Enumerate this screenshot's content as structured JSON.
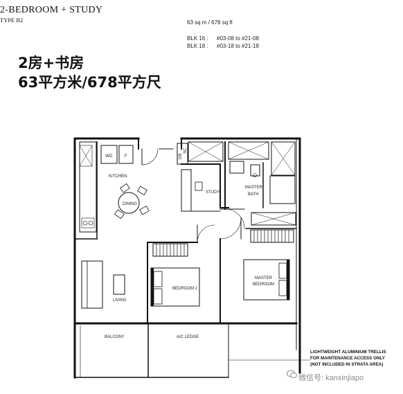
{
  "header": {
    "title": "2-BEDROOM + STUDY",
    "type": "TYPE B2",
    "chinese_line1": "2房+书房",
    "chinese_line2": "63平方米/678平方尺",
    "area": "63 sq m / 678 sq ft",
    "blocks": [
      {
        "label": "BLK 16 :",
        "units": "#03-08 to #21-08"
      },
      {
        "label": "BLK 18 :",
        "units": "#03-18 to #21-18"
      }
    ]
  },
  "rooms": {
    "kitchen": "KITCHEN",
    "dining": "DINING",
    "study": "STUDY",
    "master_bath_1": "MASTER",
    "master_bath_2": "BATH",
    "master_bedroom_1": "MASTER",
    "master_bedroom_2": "BEDROOM",
    "bedroom2": "BEDROOM 2",
    "living": "LIVING",
    "balcony": "BALCONY",
    "ac_ledge": "A/C LEDGE",
    "wd": "WD",
    "f": "F",
    "db": "DB",
    "sc": "SC"
  },
  "notes": {
    "trellis_line1": "LIGHTWEIGHT ALUMINIUM TRELLIS",
    "trellis_line2": "FOR MAINTENANCE ACCESS ONLY",
    "trellis_line3": "(NOT INCLUDED IN STRATA AREA)"
  },
  "watermark": "微信号: kanxinjiapo",
  "colors": {
    "wall": "#111111",
    "fill_light": "#e6e6e6",
    "watermark": "#8a8a8a"
  }
}
